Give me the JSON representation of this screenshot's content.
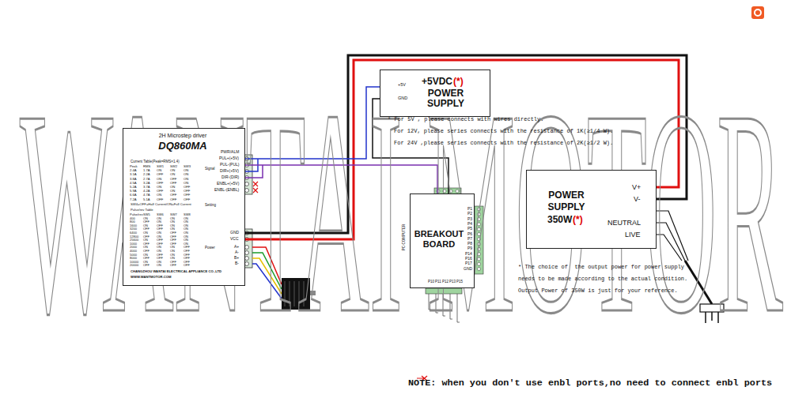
{
  "diagram": {
    "nodes": [
      {
        "text": [
          "2H Microstep driver",
          "DQ860MA"
        ]
      },
      {
        "text": [
          "+5VDC",
          "(*)",
          "POWER SUPPLY"
        ]
      },
      {
        "text": [
          "BREAKOUT BOARD"
        ]
      },
      {
        "text": [
          "POWER SUPPLY",
          "350W",
          "(*)"
        ]
      }
    ],
    "edges": [
      {
        "from": 0,
        "to": 3,
        "arrow": "none"
      },
      {
        "from": 0,
        "to": 3,
        "arrow": "none"
      },
      {
        "from": 0,
        "to": 1,
        "arrow": "none"
      },
      {
        "from": 0,
        "to": 2,
        "arrow": "none"
      },
      {
        "from": 1,
        "to": 2,
        "arrow": "none"
      }
    ],
    "labels": [
      "+5V",
      "GND",
      "* For 5V , please connects with wires directly.",
      "For 12V, please series connects with the resistance of 1K(≥1/4 W).",
      "For 24V ,please series connects with the resistance of 2K(≥1/2 W).",
      "Current Table(Peak=RMS×1.4)",
      "Peak",
      "RMS",
      "SW1",
      "SW2",
      "SW3",
      "2.4A",
      "1.7A",
      "ON",
      "ON",
      "ON",
      "3.1A",
      "2.2A",
      "OFF",
      "ON",
      "ON",
      "3.8A",
      "2.7A",
      "ON",
      "OFF",
      "ON",
      "4.5A",
      "3.2A",
      "OFF",
      "OFF",
      "ON",
      "5.2A",
      "3.7A",
      "ON",
      "ON",
      "OFF",
      "5.9A",
      "4.2A",
      "OFF",
      "ON",
      "OFF",
      "6.6A",
      "4.7A",
      "ON",
      "OFF",
      "OFF",
      "7.2A",
      "5.1A",
      "OFF",
      "OFF",
      "OFF",
      "SW4=OFF=Half Current/ON=Full Current",
      "Pulse/rev Table",
      "Pulse/rev",
      "SW5",
      "SW6",
      "SW7",
      "SW8",
      "400",
      "ON",
      "ON",
      "ON",
      "ON",
      "800",
      "OFF",
      "ON",
      "ON",
      "ON",
      "1600",
      "ON",
      "OFF",
      "ON",
      "ON",
      "3200",
      "OFF",
      "OFF",
      "ON",
      "ON",
      "6400",
      "ON",
      "ON",
      "OFF",
      "ON",
      "12800",
      "OFF",
      "ON",
      "OFF",
      "ON",
      "25600",
      "ON",
      "OFF",
      "OFF",
      "ON",
      "1000",
      "OFF",
      "OFF",
      "OFF",
      "ON",
      "2000",
      "ON",
      "ON",
      "ON",
      "OFF",
      "4000",
      "OFF",
      "ON",
      "ON",
      "OFF",
      "5000",
      "ON",
      "OFF",
      "ON",
      "OFF",
      "8000",
      "OFF",
      "OFF",
      "ON",
      "OFF",
      "10000",
      "ON",
      "ON",
      "OFF",
      "OFF",
      "20000",
      "OFF",
      "ON",
      "OFF",
      "OFF",
      "CHANGZHOU WANTAI ELECTRICAL APPLIANCE CO.,LTD",
      "WWW.WANTMOTOR.COM",
      "PWR/ALM",
      "PUL+(+5V)",
      "PUL-(PUL)",
      "DIR+(+5V)",
      "DIR-(DIR)",
      "ENBL+(+5V)",
      "ENBL-(ENBL)",
      "Signal",
      "Setting",
      "Power",
      "GND",
      "VCC",
      "A+",
      "A-",
      "B+",
      "B-",
      "V+",
      "V-",
      "NEUTRAL",
      "LIVE",
      "P1",
      "P2",
      "P3",
      "P4",
      "P5",
      "P6",
      "P7",
      "P8",
      "P9",
      "P14",
      "P16",
      "P17",
      "GND",
      "P10",
      "P11",
      "P12",
      "P13",
      "P15",
      "PC-COMPUTER",
      "* The choice of  the output power for power supply needs to be made according to the actual condition. Output Power of 350W is just for your reference.",
      "NOTE: when you don't use enbl ports,no need to connect enbl ports",
      "WANTAI MOTOR"
    ]
  }
}
